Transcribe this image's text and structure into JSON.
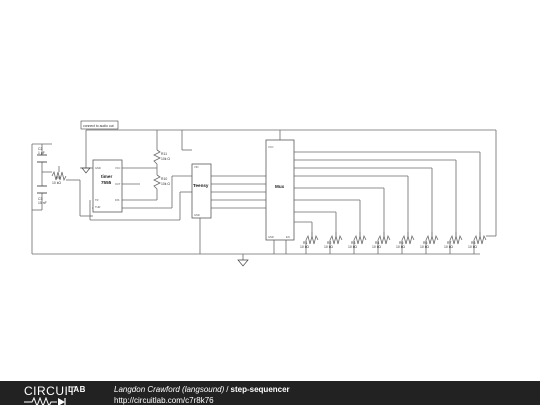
{
  "schematic": {
    "note": "connect to audio out",
    "chips": {
      "timer": {
        "name": "timer",
        "part": "7555"
      },
      "teensy": {
        "name": "Teensy"
      },
      "mux": {
        "name": "Mux"
      }
    },
    "parts": {
      "c2": {
        "ref": "C2",
        "value": "1 µF"
      },
      "c3": {
        "ref": "C3",
        "value": "10 nF"
      },
      "r9": {
        "ref": "R9",
        "value": "10 kΩ"
      },
      "r11": {
        "ref": "R11",
        "value": "10k Ω"
      },
      "r10": {
        "ref": "R10",
        "value": "10k Ω"
      }
    },
    "pots": [
      {
        "ref": "R1",
        "value": "10 kΩ"
      },
      {
        "ref": "R2",
        "value": "10 kΩ"
      },
      {
        "ref": "R3",
        "value": "10 kΩ"
      },
      {
        "ref": "R4",
        "value": "10 kΩ"
      },
      {
        "ref": "R5",
        "value": "10 kΩ"
      },
      {
        "ref": "R6",
        "value": "10 kΩ"
      },
      {
        "ref": "R7",
        "value": "10 kΩ"
      },
      {
        "ref": "R8",
        "value": "10 kΩ"
      }
    ]
  },
  "footer": {
    "logo_top": "CIRCUIT",
    "logo_bottom": "LAB",
    "author": "Langdon Crawford (langsound)",
    "separator": "/",
    "project": "step-sequencer",
    "url": "http://circuitlab.com/c7r8k76"
  },
  "colors": {
    "footer_bg": "#222222",
    "wire": "#6a6a6a",
    "text": "#ffffff"
  }
}
